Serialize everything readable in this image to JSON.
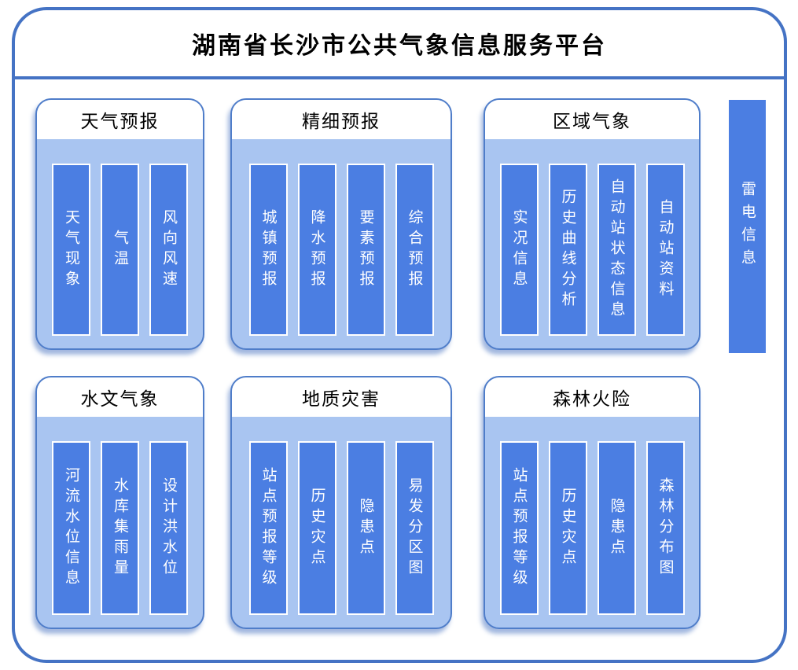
{
  "title": "湖南省长沙市公共气象信息服务平台",
  "colors": {
    "frame_border": "#4573c4",
    "panel_body": "#a9c5f1",
    "bar_fill": "#4b7ee2",
    "bar_border": "#ffffff",
    "title_text": "#000000",
    "bar_text": "#ffffff"
  },
  "panels": [
    {
      "title": "天气预报",
      "items": [
        "天气现象",
        "气温",
        "风向风速"
      ]
    },
    {
      "title": "精细预报",
      "items": [
        "城镇预报",
        "降水预报",
        "要素预报",
        "综合预报"
      ]
    },
    {
      "title": "区域气象",
      "items": [
        "实况信息",
        "历史曲线分析",
        "自动站状态信息",
        "自动站资料"
      ]
    },
    {
      "title": "水文气象",
      "items": [
        "河流水位信息",
        "水库集雨量",
        "设计洪水位"
      ]
    },
    {
      "title": "地质灾害",
      "items": [
        "站点预报等级",
        "历史灾点",
        "隐患点",
        "易发分区图"
      ]
    },
    {
      "title": "森林火险",
      "items": [
        "站点预报等级",
        "历史灾点",
        "隐患点",
        "森林分布图"
      ]
    }
  ],
  "sidebar": {
    "label": "雷电信息"
  }
}
